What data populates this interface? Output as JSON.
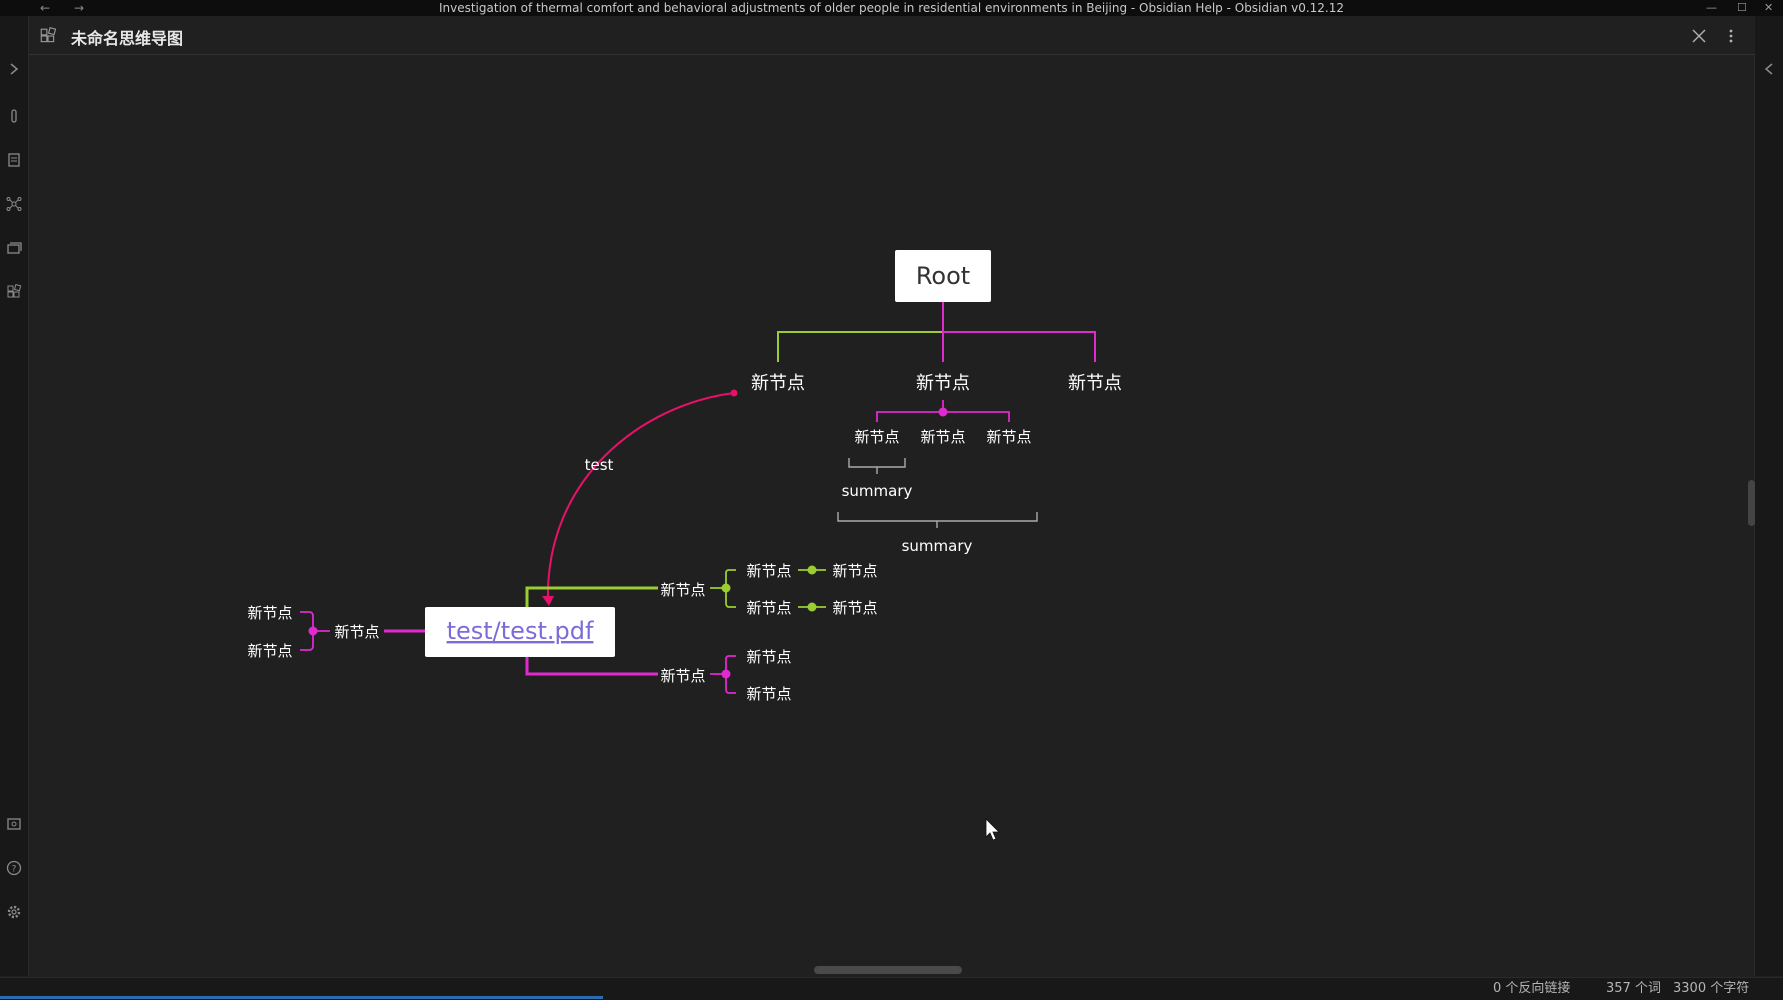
{
  "window": {
    "title": "Investigation of thermal comfort and behavioral adjustments of older people in residential environments in Beijing - Obsidian Help - Obsidian v0.12.12",
    "back_icon": "arrow-left-icon",
    "forward_icon": "arrow-right-icon",
    "minimize_glyph": "—",
    "maximize_glyph": "☐",
    "close_glyph": "✕"
  },
  "view": {
    "title": "未命名思维导图",
    "icon": "mindmap-icon",
    "close_icon": "close-icon",
    "more_icon": "more-vertical-icon"
  },
  "ribbon": {
    "icons": [
      "expand-icon",
      "link-icon",
      "file-icon",
      "graph-icon",
      "cards-icon",
      "blocks-icon",
      "vault-icon",
      "help-icon",
      "settings-icon"
    ]
  },
  "mindmap": {
    "root": "Root",
    "level1": [
      "新节点",
      "新节点",
      "新节点"
    ],
    "middle_children": [
      "新节点",
      "新节点",
      "新节点"
    ],
    "summary_small": "summary",
    "summary_large": "summary",
    "link_label": "test",
    "pdf_node": "test/test.pdf",
    "right_top": "新节点",
    "right_top_children": [
      "新节点",
      "新节点"
    ],
    "right_top_grandchildren": [
      "新节点",
      "新节点"
    ],
    "right_bottom": "新节点",
    "right_bottom_children": [
      "新节点",
      "新节点"
    ],
    "left": "新节点",
    "left_children": [
      "新节点",
      "新节点"
    ],
    "colors": {
      "green": "#9acd32",
      "magenta": "#e02ad0",
      "arrow": "#e8116a",
      "summary": "#aaaaaa"
    }
  },
  "status": {
    "backlinks": "0 个反向链接",
    "words": "357 个词",
    "chars": "3300 个字符"
  }
}
